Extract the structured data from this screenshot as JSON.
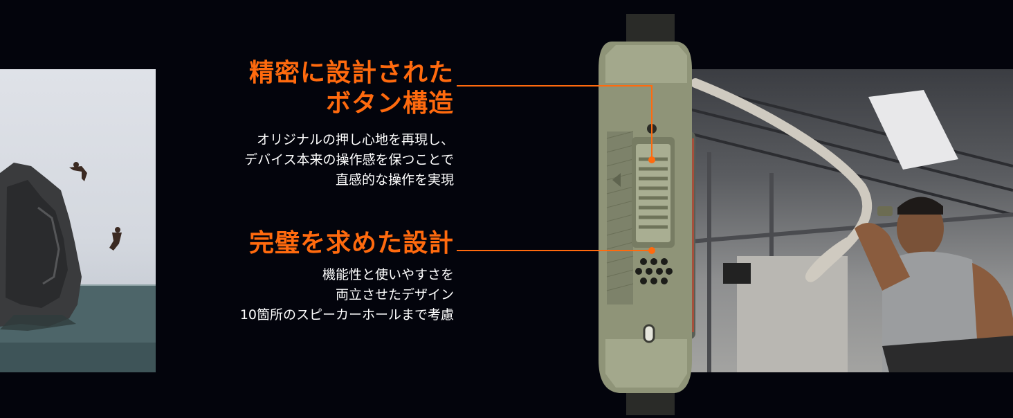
{
  "feature_1": {
    "heading_lines": [
      "精密に設計された",
      "ボタン構造"
    ],
    "body_lines": [
      "オリジナルの押し心地を再現し、",
      "デバイス本来の操作感を保つことで",
      "直感的な操作を実現"
    ]
  },
  "feature_2": {
    "heading_lines": [
      "完璧を求めた設計"
    ],
    "body_lines": [
      "機能性と使いやすさを",
      "両立させたデザイン",
      "10箇所のスピーカーホールまで考慮"
    ]
  },
  "colors": {
    "background": "#03040c",
    "accent": "#ff6a0e",
    "case_olive": "#8f9478",
    "text": "#ffffff"
  }
}
